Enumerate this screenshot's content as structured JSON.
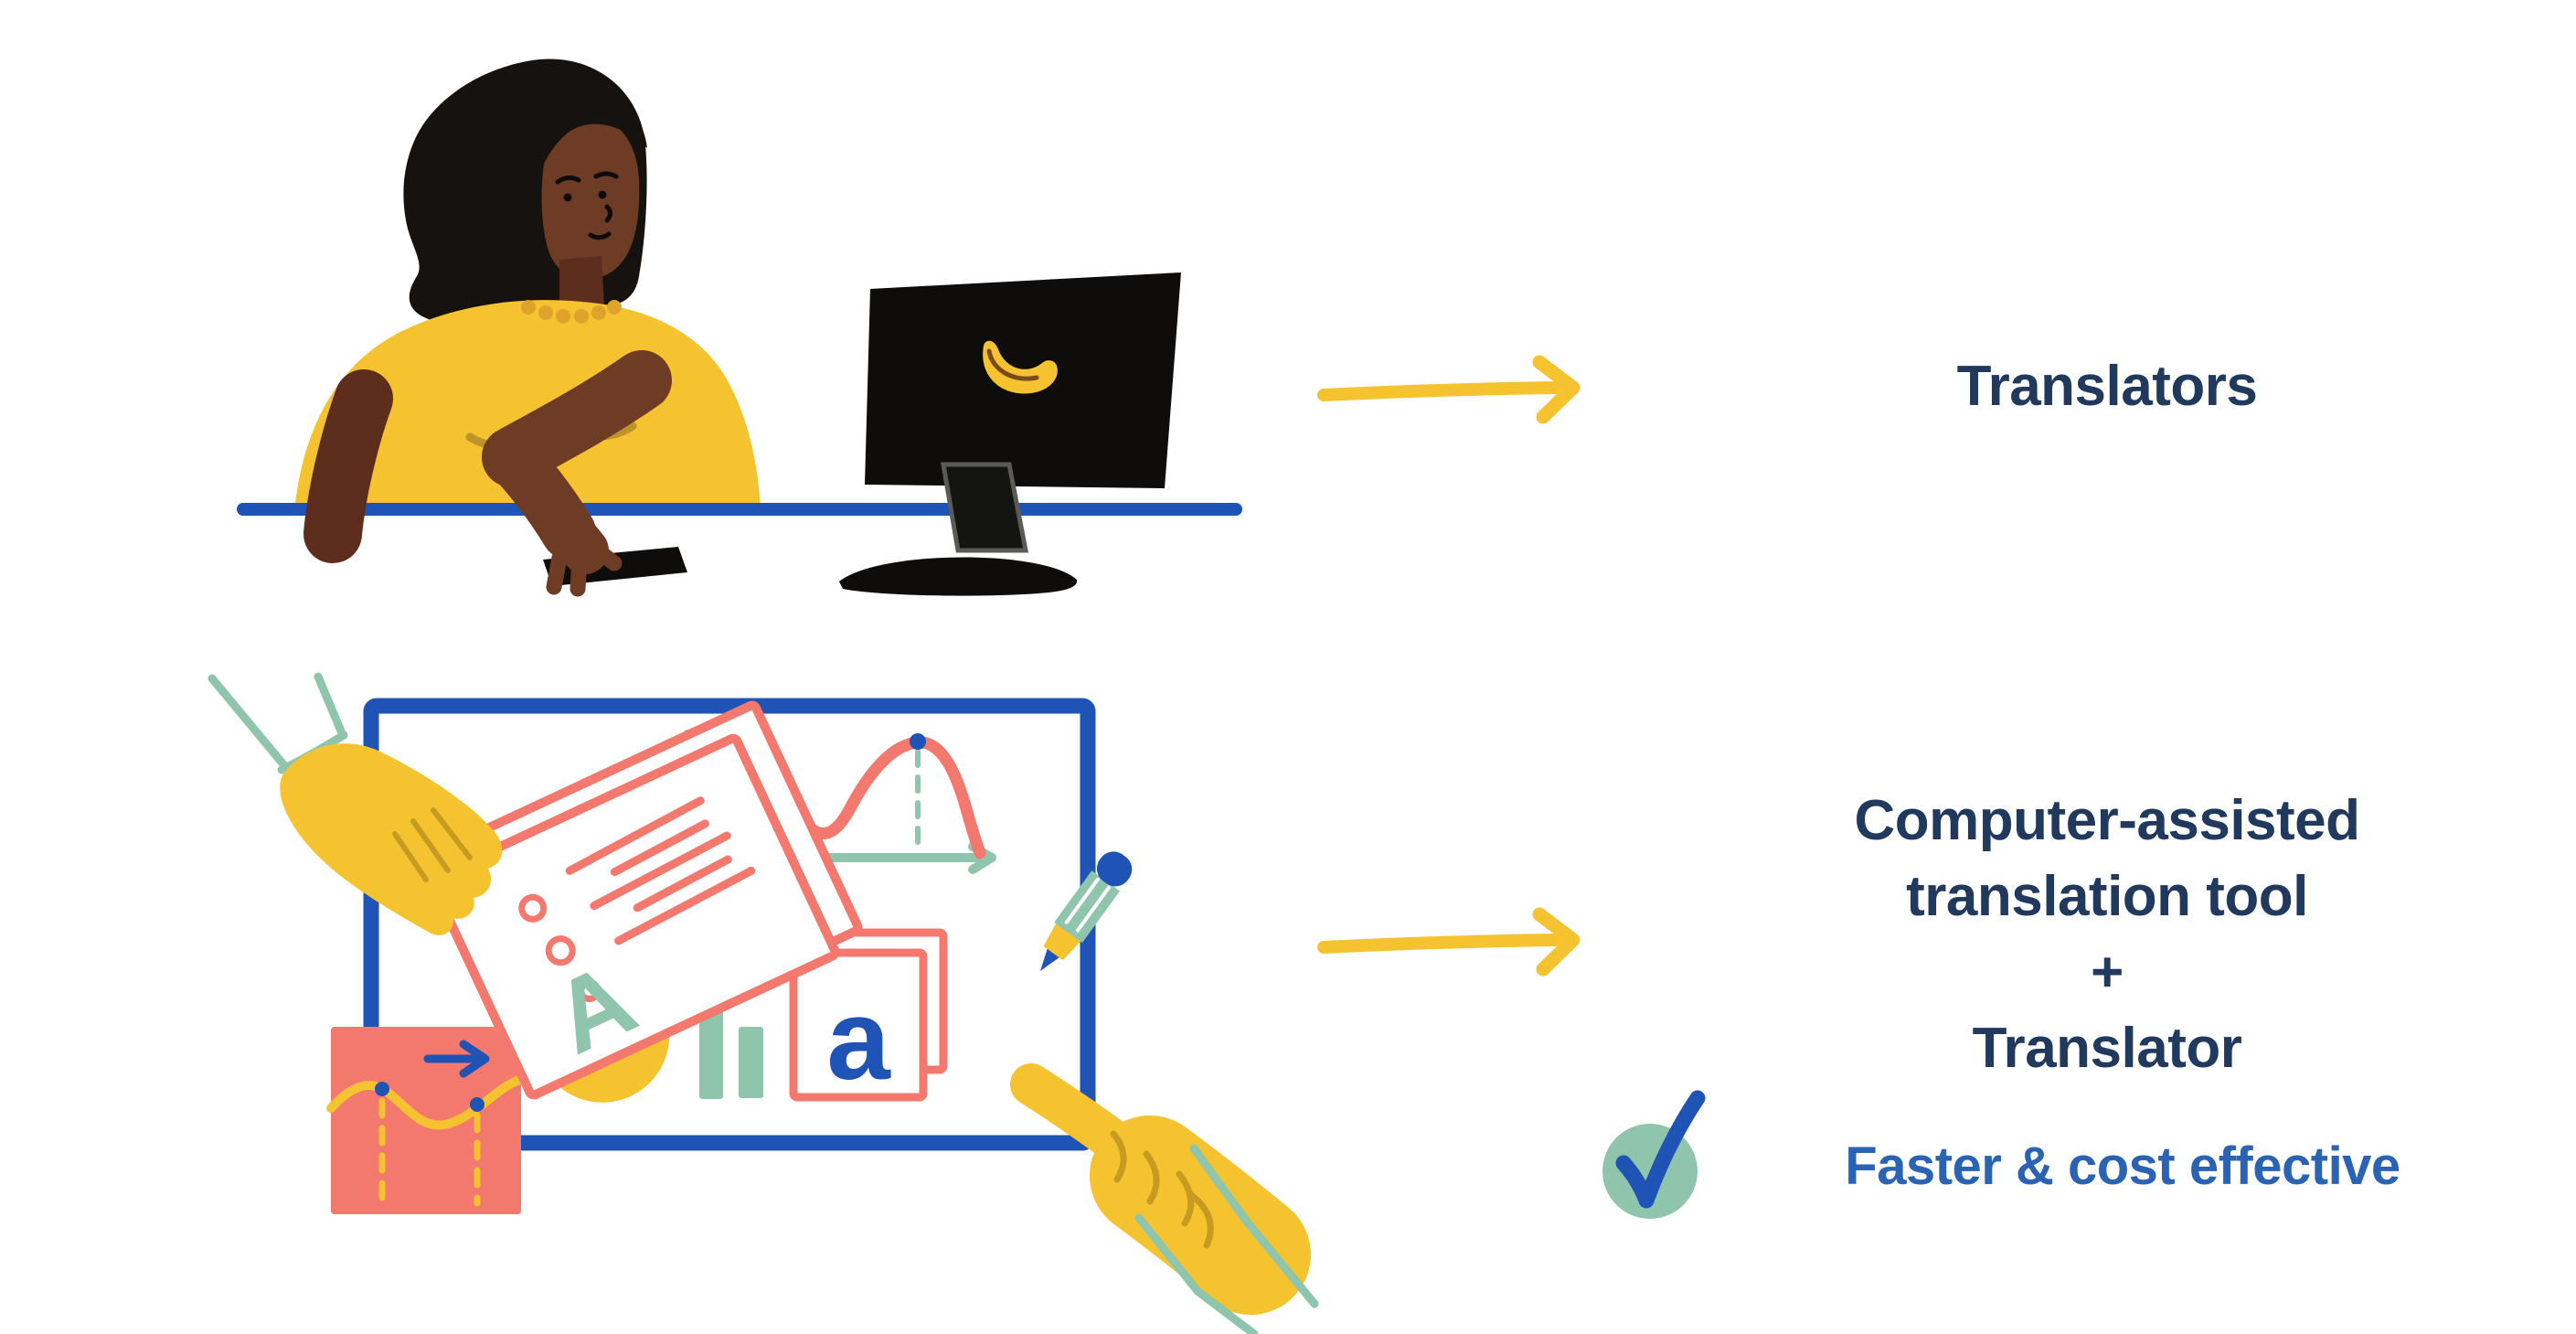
{
  "colors": {
    "navy": "#20395c",
    "blue": "#1f53b5",
    "linkblue": "#2a62b4",
    "yellow": "#f5c32f",
    "gold": "#dfa32c",
    "goldline": "#c0922a",
    "coral": "#f3786d",
    "teal": "#8fc5ad",
    "hair": "#16120f",
    "skin": "#6e3b25",
    "skinshadow": "#5d2e1e",
    "ink": "#0e0d0b"
  },
  "rows": {
    "manual": {
      "illustration": "woman-translator-at-computer",
      "label": "Translators"
    },
    "assisted": {
      "illustration": "whiteboard-cat-tool",
      "label_line1": "Computer-assisted",
      "label_line2": "translation tool",
      "plus": "+",
      "label_line3": "Translator",
      "benefit": "Faster & cost effective",
      "paper_letter": "A",
      "card_letter": "a"
    }
  }
}
